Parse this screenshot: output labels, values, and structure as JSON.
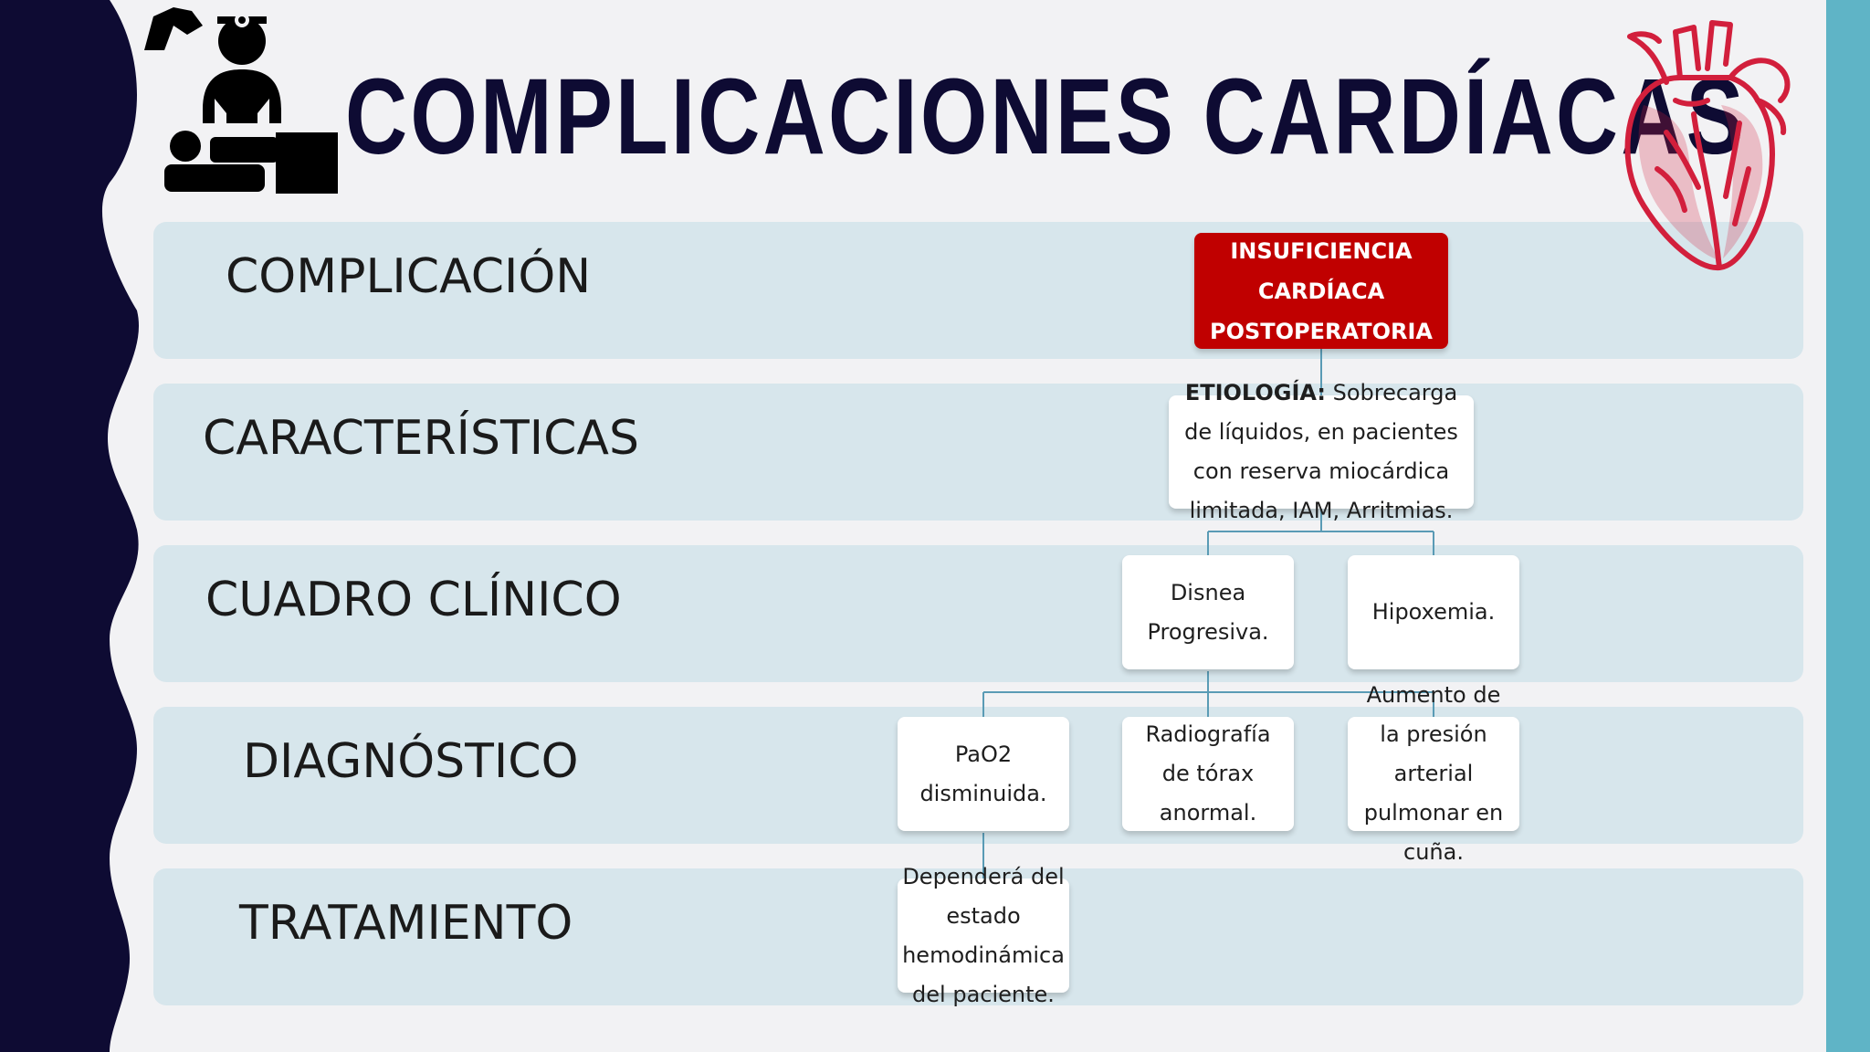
{
  "title": "COMPLICACIONES CARDÍACAS",
  "colors": {
    "navy": "#0e0b33",
    "band": "#d7e6ec",
    "red_node": "#c00000",
    "heart": "#d21f3c",
    "teal_edge": "#5fb4c6",
    "connector": "#5a9bb5"
  },
  "icons": {
    "doctor": "doctor-treating-patient-icon",
    "heart": "anatomical-heart-icon"
  },
  "rows": [
    {
      "label": "COMPLICACIÓN"
    },
    {
      "label": "CARACTERÍSTICAS"
    },
    {
      "label": "CUADRO CLÍNICO"
    },
    {
      "label": "DIAGNÓSTICO"
    },
    {
      "label": "TRATAMIENTO"
    }
  ],
  "nodes": {
    "root": {
      "text": "INSUFICIENCIA CARDÍACA POSTOPERATORIA"
    },
    "etiologia": {
      "label": "ETIOLOGÍA:",
      "text": " Sobrecarga de líquidos, en pacientes con reserva miocárdica limitada, IAM, Arritmias."
    },
    "disnea": {
      "text": "Disnea Progresiva."
    },
    "hipoxemia": {
      "text": "Hipoxemia."
    },
    "pao2": {
      "text": "PaO2 disminuida."
    },
    "radiografia": {
      "text": "Radiografía de tórax anormal."
    },
    "presion": {
      "text": "Aumento de la presión arterial pulmonar en cuña."
    },
    "tratamiento": {
      "text": "Dependerá del estado hemodinámica del paciente."
    }
  }
}
